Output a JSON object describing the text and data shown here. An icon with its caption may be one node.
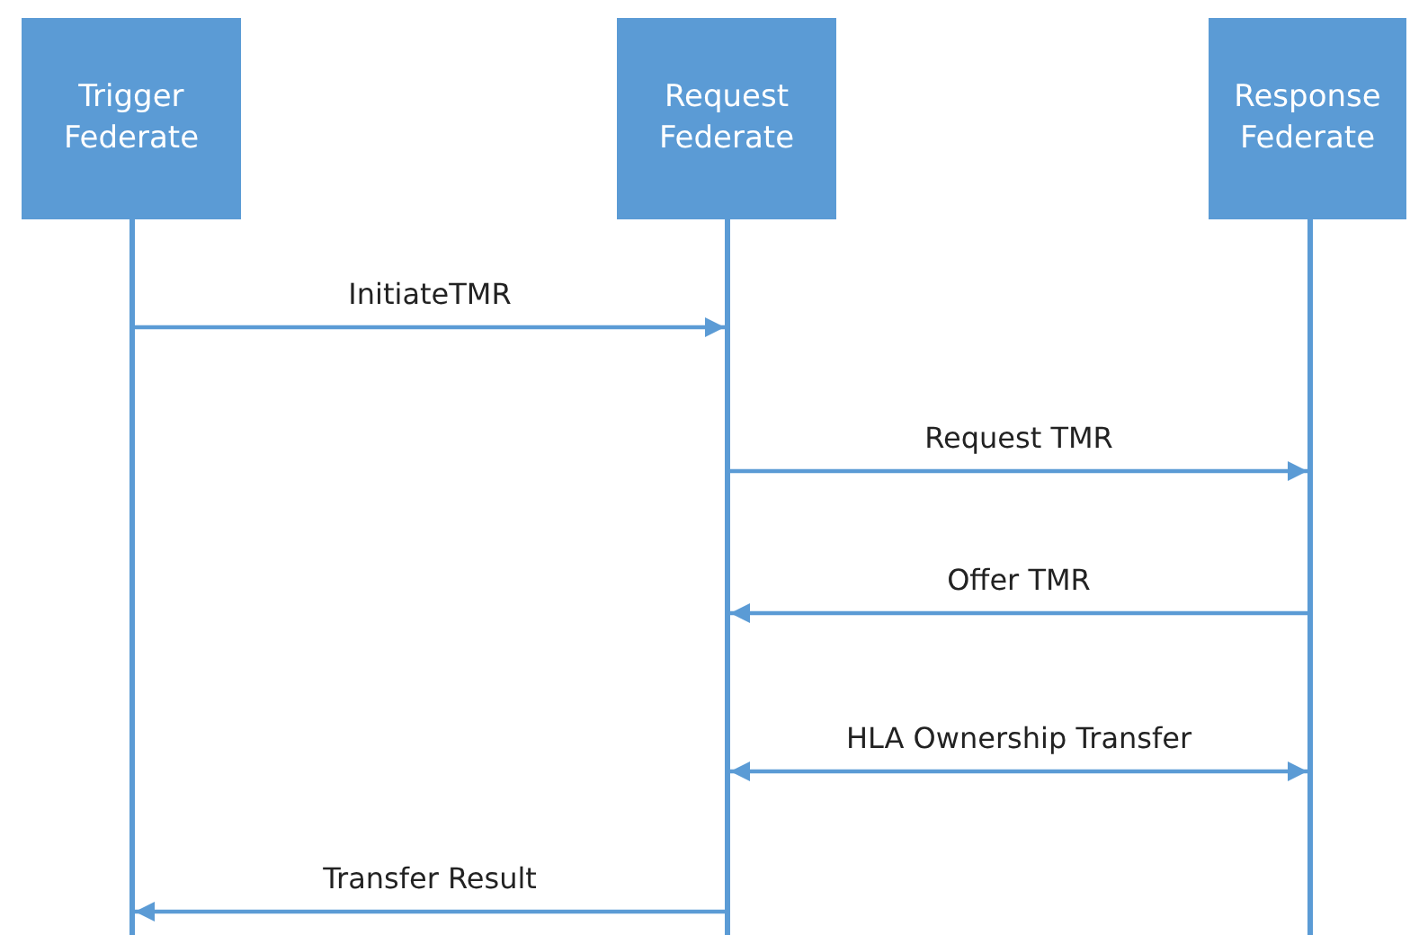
{
  "diagram": {
    "nodes": [
      {
        "text": [
          "Trigger Federate"
        ]
      },
      {
        "text": [
          "Request Federate"
        ]
      },
      {
        "text": [
          "Response Federate"
        ]
      },
      {
        "text": [],
        "shape": "bar"
      },
      {
        "text": [],
        "shape": "bar"
      },
      {
        "text": [],
        "shape": "bar"
      }
    ],
    "edges": [
      {
        "from": 3,
        "to": 4,
        "arrow": "to",
        "label": "InitiateTMR"
      },
      {
        "from": 4,
        "to": 5,
        "arrow": "to",
        "label": "Request TMR"
      },
      {
        "from": 5,
        "to": 4,
        "arrow": "to",
        "label": "Offer TMR"
      },
      {
        "from": 4,
        "to": 5,
        "arrow": "both",
        "label": "HLA Ownership Transfer"
      },
      {
        "from": 4,
        "to": 3,
        "arrow": "to",
        "label": "Transfer Result"
      }
    ]
  }
}
